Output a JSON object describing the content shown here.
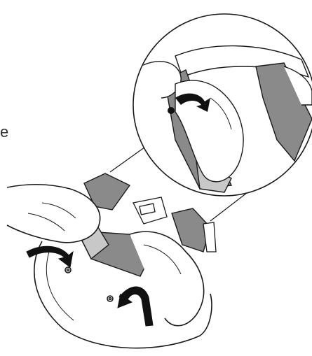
{
  "figure": {
    "edge_text": "e",
    "panels": [
      "detail-magnified-view",
      "main-view"
    ],
    "arrow_count": 3
  },
  "colors": {
    "line": "#1a1a1a",
    "pad_dark": "#8a8a8a",
    "pad_light": "#c8c8c8",
    "background": "#ffffff",
    "arrow": "#111111"
  }
}
